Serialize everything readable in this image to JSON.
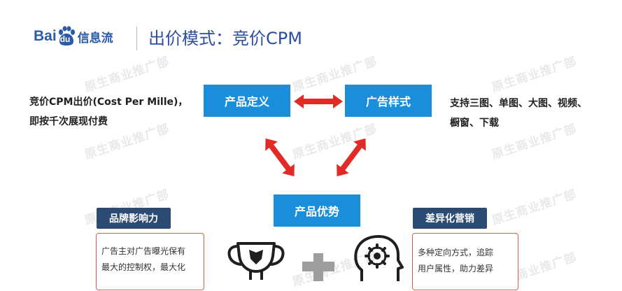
{
  "header": {
    "logo_bai": "Bai",
    "logo_du": "du",
    "logo_cn": "信息流",
    "title": "出价模式：竞价CPM"
  },
  "watermark": "原生商业推广部",
  "boxes": {
    "product_definition": "产品定义",
    "ad_style": "广告样式",
    "product_advantage": "产品优势"
  },
  "left_text": {
    "line1": "竞价CPM出价(Cost Per Mille)，",
    "line2": "即按千次展现付费"
  },
  "right_text": {
    "line1": "支持三图、单图、大图、视频、",
    "line2": "橱窗、下载"
  },
  "brand_panel": {
    "tag": "品牌影响力",
    "line1": "广告主对广告曝光保有",
    "line2": "最大的控制权，最大化"
  },
  "marketing_panel": {
    "tag": "差异化营销",
    "line1": "多种定向方式，追踪",
    "line2": "用户属性，助力差异"
  },
  "icons": {
    "trophy": "trophy-icon",
    "plus": "plus-icon",
    "head_gear": "head-gear-icon",
    "arrow_color": "#e02b26",
    "accent": "#1a8ddb"
  }
}
